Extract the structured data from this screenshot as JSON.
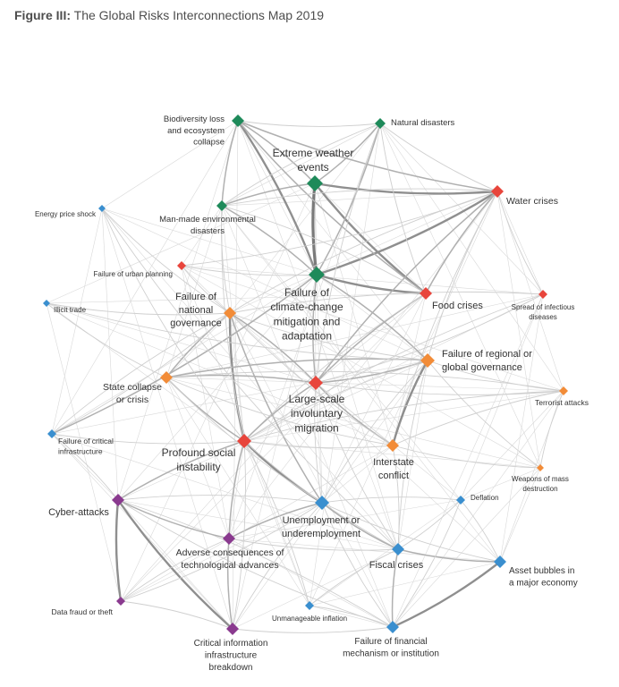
{
  "figure": {
    "label": "Figure III:",
    "title": "The Global Risks Interconnections Map 2019"
  },
  "colors": {
    "environmental": "#1e8a5a",
    "geopolitical": "#f28c38",
    "societal": "#e8453c",
    "economic": "#3a8fcf",
    "technological": "#8a3a8f",
    "edge": "#9e9e9e"
  },
  "nodes": [
    {
      "id": "biodiversity",
      "cat": "environmental",
      "lines": [
        "Biodiversity loss",
        "and ecosystem",
        "collapse"
      ]
    },
    {
      "id": "natural-disasters",
      "cat": "environmental",
      "lines": [
        "Natural disasters"
      ]
    },
    {
      "id": "extreme-weather",
      "cat": "environmental",
      "lines": [
        "Extreme weather",
        "events"
      ]
    },
    {
      "id": "man-made",
      "cat": "environmental",
      "lines": [
        "Man-made environmental",
        "disasters"
      ]
    },
    {
      "id": "climate-failure",
      "cat": "environmental",
      "lines": [
        "Failure of",
        "climate-change",
        "mitigation and",
        "adaptation"
      ]
    },
    {
      "id": "water-crises",
      "cat": "societal",
      "lines": [
        "Water crises"
      ]
    },
    {
      "id": "food-crises",
      "cat": "societal",
      "lines": [
        "Food crises"
      ]
    },
    {
      "id": "infectious",
      "cat": "societal",
      "lines": [
        "Spread of infectious",
        "diseases"
      ]
    },
    {
      "id": "energy-price",
      "cat": "economic",
      "lines": [
        "Energy price shock"
      ]
    },
    {
      "id": "urban-planning",
      "cat": "societal",
      "lines": [
        "Failure of urban planning"
      ]
    },
    {
      "id": "illicit-trade",
      "cat": "economic",
      "lines": [
        "Illicit trade"
      ]
    },
    {
      "id": "national-gov",
      "cat": "geopolitical",
      "lines": [
        "Failure of",
        "national",
        "governance"
      ]
    },
    {
      "id": "regional-gov",
      "cat": "geopolitical",
      "lines": [
        "Failure of regional or",
        "global governance"
      ]
    },
    {
      "id": "state-collapse",
      "cat": "geopolitical",
      "lines": [
        "State collapse",
        "or crisis"
      ]
    },
    {
      "id": "migration",
      "cat": "societal",
      "lines": [
        "Large-scale",
        "involuntary",
        "migration"
      ]
    },
    {
      "id": "terrorist",
      "cat": "geopolitical",
      "lines": [
        "Terrorist attacks"
      ]
    },
    {
      "id": "critical-infra",
      "cat": "economic",
      "lines": [
        "Failure of critical",
        "infrastructure"
      ]
    },
    {
      "id": "social-instability",
      "cat": "societal",
      "lines": [
        "Profound social",
        "instability"
      ]
    },
    {
      "id": "interstate",
      "cat": "geopolitical",
      "lines": [
        "Interstate",
        "conflict"
      ]
    },
    {
      "id": "wmd",
      "cat": "geopolitical",
      "lines": [
        "Weapons of mass",
        "destruction"
      ]
    },
    {
      "id": "cyber",
      "cat": "technological",
      "lines": [
        "Cyber-attacks"
      ]
    },
    {
      "id": "deflation",
      "cat": "economic",
      "lines": [
        "Deflation"
      ]
    },
    {
      "id": "unemployment",
      "cat": "economic",
      "lines": [
        "Unemployment or",
        "underemployment"
      ]
    },
    {
      "id": "adverse-tech",
      "cat": "technological",
      "lines": [
        "Adverse consequences of",
        "technological advances"
      ]
    },
    {
      "id": "fiscal",
      "cat": "economic",
      "lines": [
        "Fiscal crises"
      ]
    },
    {
      "id": "asset-bubbles",
      "cat": "economic",
      "lines": [
        "Asset bubbles in",
        "a major economy"
      ]
    },
    {
      "id": "data-fraud",
      "cat": "technological",
      "lines": [
        "Data fraud or theft"
      ]
    },
    {
      "id": "inflation",
      "cat": "economic",
      "lines": [
        "Unmanageable inflation"
      ]
    },
    {
      "id": "critical-info",
      "cat": "technological",
      "lines": [
        "Critical information",
        "infrastructure",
        "breakdown"
      ]
    },
    {
      "id": "financial-failure",
      "cat": "economic",
      "lines": [
        "Failure of financial",
        "mechanism or institution"
      ]
    }
  ],
  "edges": [
    [
      "extreme-weather",
      "climate-failure",
      4
    ],
    [
      "extreme-weather",
      "water-crises",
      3
    ],
    [
      "extreme-weather",
      "food-crises",
      3
    ],
    [
      "extreme-weather",
      "natural-disasters",
      2
    ],
    [
      "extreme-weather",
      "biodiversity",
      2
    ],
    [
      "extreme-weather",
      "man-made",
      2
    ],
    [
      "climate-failure",
      "water-crises",
      3
    ],
    [
      "climate-failure",
      "food-crises",
      3
    ],
    [
      "climate-failure",
      "biodiversity",
      3
    ],
    [
      "climate-failure",
      "natural-disasters",
      2
    ],
    [
      "climate-failure",
      "man-made",
      2
    ],
    [
      "climate-failure",
      "migration",
      2
    ],
    [
      "biodiversity",
      "man-made",
      2
    ],
    [
      "biodiversity",
      "food-crises",
      2
    ],
    [
      "biodiversity",
      "water-crises",
      2
    ],
    [
      "biodiversity",
      "natural-disasters",
      1
    ],
    [
      "natural-disasters",
      "water-crises",
      1
    ],
    [
      "natural-disasters",
      "food-crises",
      1
    ],
    [
      "natural-disasters",
      "migration",
      1
    ],
    [
      "natural-disasters",
      "man-made",
      1
    ],
    [
      "water-crises",
      "food-crises",
      2
    ],
    [
      "water-crises",
      "migration",
      2
    ],
    [
      "water-crises",
      "regional-gov",
      1
    ],
    [
      "water-crises",
      "interstate",
      1
    ],
    [
      "water-crises",
      "man-made",
      1
    ],
    [
      "water-crises",
      "infectious",
      1
    ],
    [
      "food-crises",
      "migration",
      2
    ],
    [
      "food-crises",
      "social-instability",
      1
    ],
    [
      "food-crises",
      "man-made",
      1
    ],
    [
      "migration",
      "state-collapse",
      2
    ],
    [
      "migration",
      "national-gov",
      2
    ],
    [
      "migration",
      "regional-gov",
      2
    ],
    [
      "migration",
      "social-instability",
      2
    ],
    [
      "migration",
      "interstate",
      2
    ],
    [
      "migration",
      "unemployment",
      1
    ],
    [
      "migration",
      "fiscal",
      1
    ],
    [
      "migration",
      "terrorist",
      1
    ],
    [
      "migration",
      "infectious",
      1
    ],
    [
      "national-gov",
      "state-collapse",
      2
    ],
    [
      "national-gov",
      "social-instability",
      3
    ],
    [
      "national-gov",
      "regional-gov",
      1
    ],
    [
      "national-gov",
      "unemployment",
      2
    ],
    [
      "national-gov",
      "critical-infra",
      1
    ],
    [
      "national-gov",
      "interstate",
      1
    ],
    [
      "regional-gov",
      "interstate",
      3
    ],
    [
      "regional-gov",
      "state-collapse",
      2
    ],
    [
      "regional-gov",
      "social-instability",
      1
    ],
    [
      "regional-gov",
      "terrorist",
      1
    ],
    [
      "regional-gov",
      "climate-failure",
      2
    ],
    [
      "regional-gov",
      "wmd",
      1
    ],
    [
      "state-collapse",
      "social-instability",
      2
    ],
    [
      "state-collapse",
      "interstate",
      1
    ],
    [
      "social-instability",
      "unemployment",
      3
    ],
    [
      "social-instability",
      "adverse-tech",
      2
    ],
    [
      "social-instability",
      "cyber",
      2
    ],
    [
      "social-instability",
      "fiscal",
      1
    ],
    [
      "social-instability",
      "interstate",
      1
    ],
    [
      "unemployment",
      "fiscal",
      2
    ],
    [
      "unemployment",
      "adverse-tech",
      2
    ],
    [
      "unemployment",
      "financial-failure",
      1
    ],
    [
      "unemployment",
      "asset-bubbles",
      1
    ],
    [
      "unemployment",
      "cyber",
      1
    ],
    [
      "unemployment",
      "critical-info",
      1
    ],
    [
      "fiscal",
      "asset-bubbles",
      2
    ],
    [
      "fiscal",
      "financial-failure",
      2
    ],
    [
      "fiscal",
      "deflation",
      1
    ],
    [
      "fiscal",
      "interstate",
      1
    ],
    [
      "fiscal",
      "inflation",
      1
    ],
    [
      "financial-failure",
      "asset-bubbles",
      3
    ],
    [
      "financial-failure",
      "deflation",
      1
    ],
    [
      "financial-failure",
      "cyber",
      1
    ],
    [
      "financial-failure",
      "inflation",
      1
    ],
    [
      "asset-bubbles",
      "deflation",
      1
    ],
    [
      "cyber",
      "critical-info",
      3
    ],
    [
      "cyber",
      "data-fraud",
      3
    ],
    [
      "cyber",
      "adverse-tech",
      2
    ],
    [
      "cyber",
      "critical-infra",
      1
    ],
    [
      "cyber",
      "financial-failure",
      1
    ],
    [
      "adverse-tech",
      "critical-info",
      2
    ],
    [
      "adverse-tech",
      "data-fraud",
      1
    ],
    [
      "critical-info",
      "data-fraud",
      1
    ],
    [
      "critical-info",
      "financial-failure",
      1
    ],
    [
      "critical-infra",
      "national-gov",
      1
    ],
    [
      "critical-infra",
      "climate-failure",
      2
    ],
    [
      "critical-infra",
      "social-instability",
      1
    ],
    [
      "terrorist",
      "interstate",
      1
    ],
    [
      "terrorist",
      "wmd",
      1
    ],
    [
      "terrorist",
      "state-collapse",
      1
    ],
    [
      "interstate",
      "wmd",
      1
    ],
    [
      "energy-price",
      "national-gov",
      1
    ],
    [
      "energy-price",
      "social-instability",
      1
    ],
    [
      "energy-price",
      "fiscal",
      1
    ],
    [
      "urban-planning",
      "water-crises",
      1
    ],
    [
      "urban-planning",
      "climate-failure",
      1
    ],
    [
      "urban-planning",
      "national-gov",
      1
    ],
    [
      "illicit-trade",
      "state-collapse",
      1
    ],
    [
      "illicit-trade",
      "national-gov",
      1
    ],
    [
      "illicit-trade",
      "regional-gov",
      1
    ],
    [
      "infectious",
      "social-instability",
      1
    ],
    [
      "infectious",
      "national-gov",
      1
    ],
    [
      "deflation",
      "unemployment",
      1
    ],
    [
      "inflation",
      "social-instability",
      1
    ],
    [
      "data-fraud",
      "unemployment",
      1
    ],
    [
      "man-made",
      "national-gov",
      1
    ],
    [
      "man-made",
      "social-instability",
      1
    ],
    [
      "state-collapse",
      "unemployment",
      1
    ],
    [
      "terrorist",
      "social-instability",
      1
    ],
    [
      "water-crises",
      "national-gov",
      1
    ],
    [
      "critical-info",
      "social-instability",
      1
    ],
    [
      "adverse-tech",
      "fiscal",
      1
    ],
    [
      "regional-gov",
      "fiscal",
      1
    ],
    [
      "regional-gov",
      "unemployment",
      1
    ]
  ]
}
